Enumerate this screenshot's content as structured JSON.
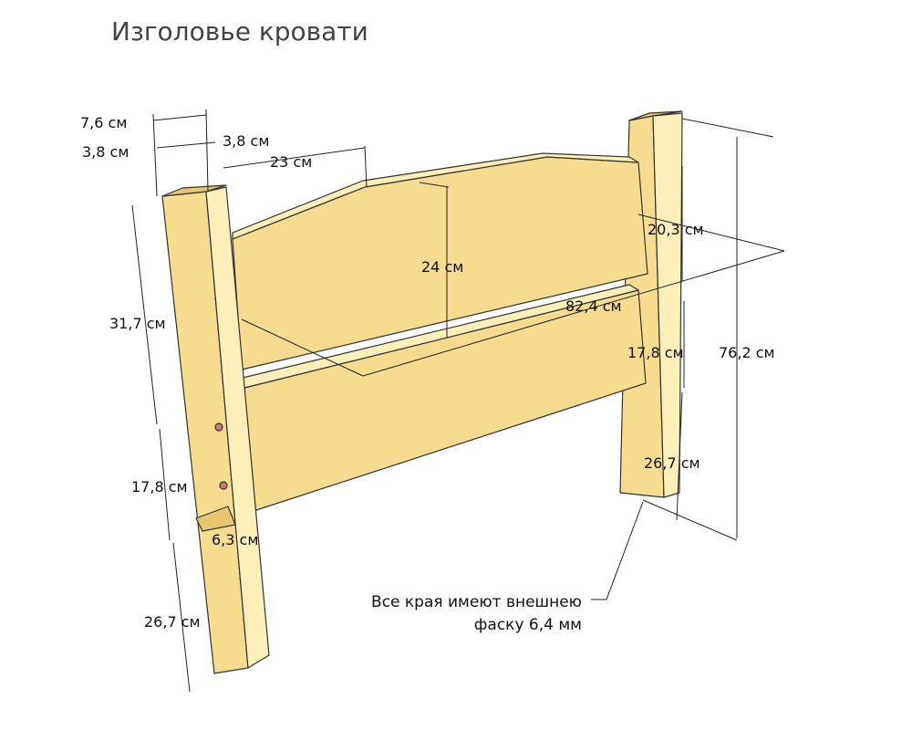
{
  "title": "Изголовье кровати",
  "dimensions": {
    "post_width": "7,6 см",
    "post_part_a": "3,8 см",
    "post_part_b": "3,8 см",
    "curve_offset": "23 см",
    "panel_height": "24 см",
    "panel_top_rise": "20,3 см",
    "panel_length": "82,4 см",
    "left_post_upper": "31,7 см",
    "left_gap": "17,8 см",
    "rail_thickness": "6,3 см",
    "left_leg": "26,7 см",
    "right_gap": "17,8 см",
    "total_height": "76,2 см",
    "right_leg": "26,7 см"
  },
  "note": {
    "line1": "Все края имеют внешнею",
    "line2": "фаску 6,4 мм"
  },
  "colors": {
    "wood": "#f5dc8e",
    "wood_light": "#fcefb8",
    "wood_dark": "#e6c66e"
  }
}
